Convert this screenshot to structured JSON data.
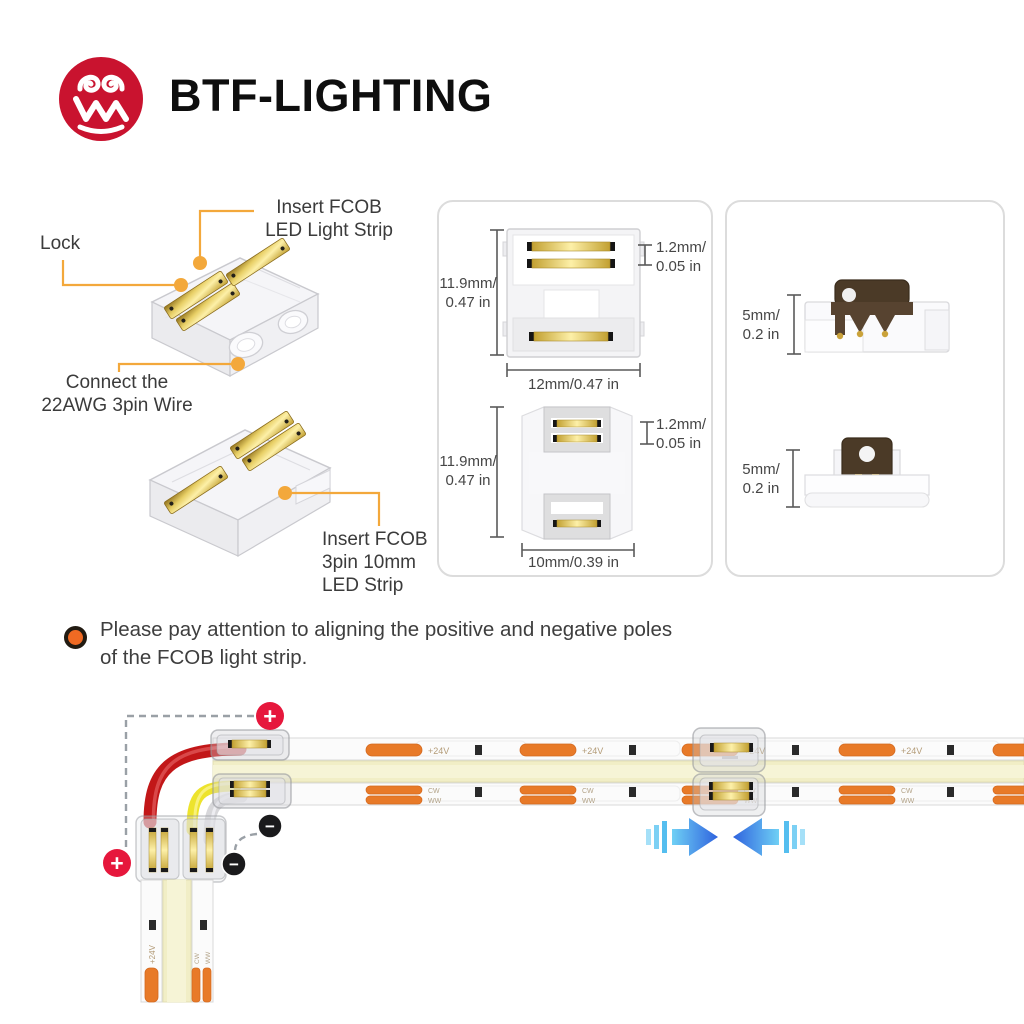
{
  "brand": {
    "name": "BTF-LIGHTING"
  },
  "callouts": {
    "insert_strip_top": "Insert FCOB\nLED Light Strip",
    "lock": "Lock",
    "connect_wire": "Connect the\n22AWG 3pin Wire",
    "insert_strip_bottom": "Insert FCOB\n3pin 10mm\nLED Strip"
  },
  "panel_12mm": {
    "height": "11.9mm/\n0.47 in",
    "pin_gap": "1.2mm/\n0.05 in",
    "width": "12mm/0.47 in"
  },
  "panel_10mm": {
    "height": "11.9mm/\n0.47 in",
    "pin_gap": "1.2mm/\n0.05 in",
    "width": "10mm/0.39 in"
  },
  "panel_side": {
    "height_top": "5mm/\n0.2 in",
    "height_bottom": "5mm/\n0.2 in"
  },
  "caution": "Please pay attention to aligning the positive and negative poles\nof the FCOB light strip.",
  "strip": {
    "voltage_label": "+24V",
    "cw_label": "CW",
    "ww_label": "WW"
  },
  "markers": {
    "plus": "+",
    "minus": "−"
  },
  "colors": {
    "brand_red": "#C9132F",
    "callout_orange": "#F3A83B",
    "pad_orange": "#E87A28",
    "caution_orange": "#F06A23",
    "wire_red": "#C21718",
    "wire_yellow": "#EDE32C",
    "wire_gray": "#D7D7DA",
    "arrow_blue": "#2F63DE",
    "arrow_cyan": "#6FD0F5",
    "strip_cream": "#F1EEC6"
  }
}
